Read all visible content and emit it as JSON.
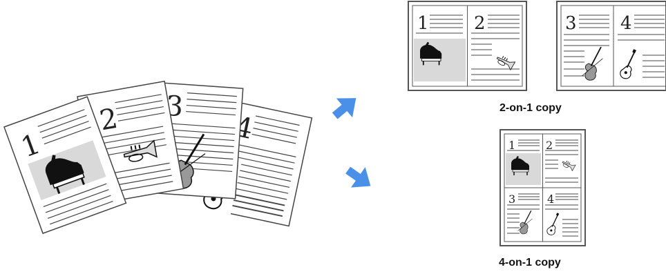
{
  "page_numbers": [
    "1",
    "2",
    "3",
    "4"
  ],
  "captions": {
    "two_on_one": "2-on-1 copy",
    "four_on_one": "4-on-1 copy"
  },
  "icons": {
    "page1": "piano-icon",
    "page2": "trumpet-icon",
    "page3": "violin-icon",
    "page4": "guitar-icon",
    "arrows": "arrow-icon"
  },
  "colors": {
    "arrow": "#4a90e8",
    "highlight": "#d9d9d9",
    "frame": "#555555",
    "lines": "#444444"
  }
}
